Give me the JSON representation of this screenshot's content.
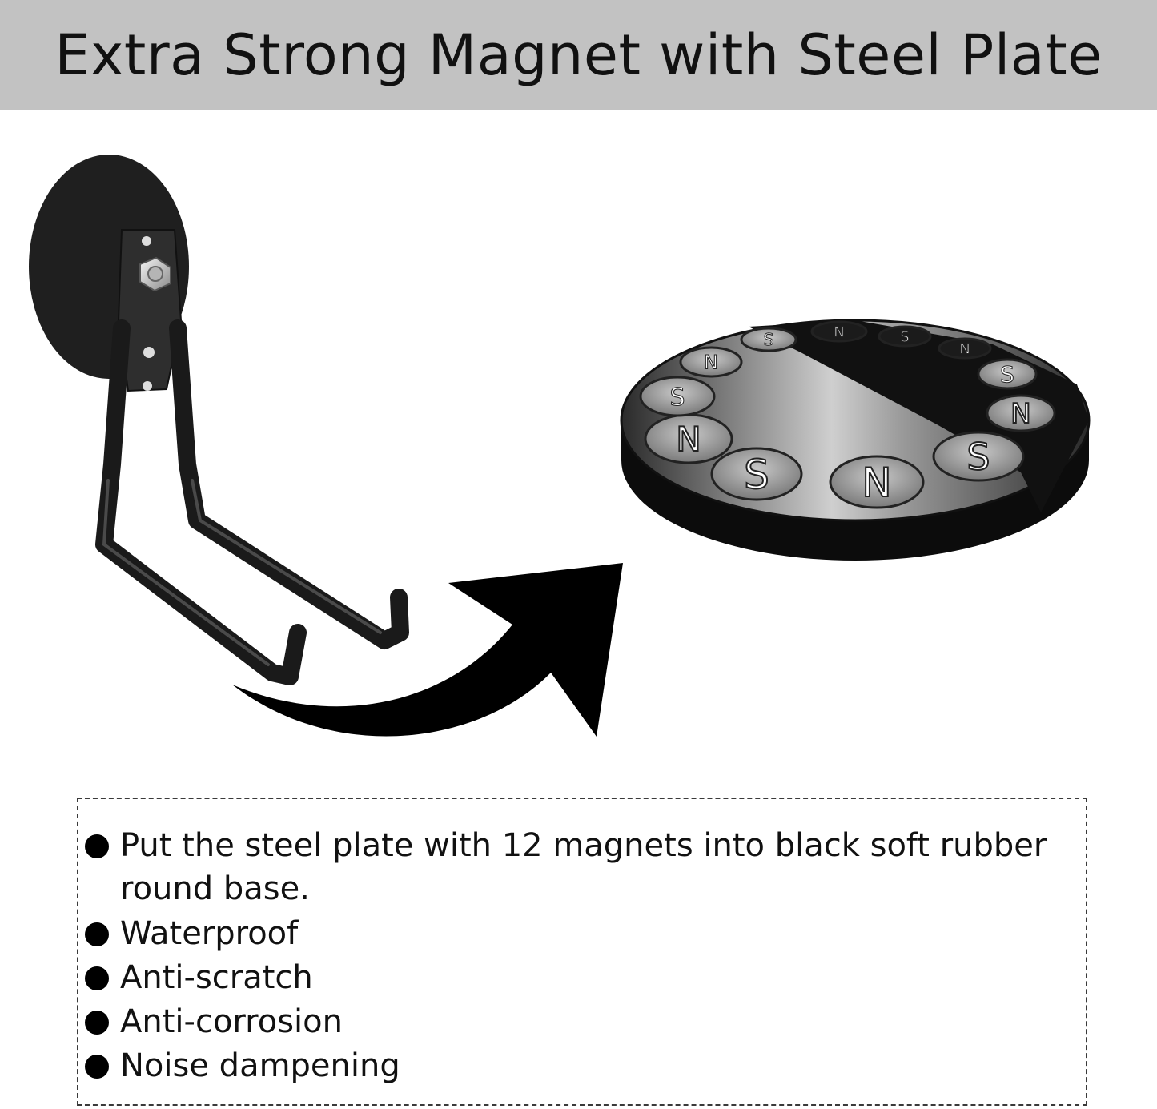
{
  "header": {
    "title": "Extra Strong Magnet with Steel Plate"
  },
  "magnet_plate": {
    "poles": [
      "N",
      "S",
      "N",
      "S",
      "N",
      "S",
      "N",
      "S",
      "N",
      "S",
      "N",
      "S"
    ]
  },
  "features": [
    "Put the steel plate with 12 magnets into black soft rubber round base.",
    "Waterproof",
    "Anti-scratch",
    "Anti-corrosion",
    "Noise dampening"
  ],
  "colors": {
    "header_bg": "#c2c2c2",
    "ink": "#111111"
  }
}
